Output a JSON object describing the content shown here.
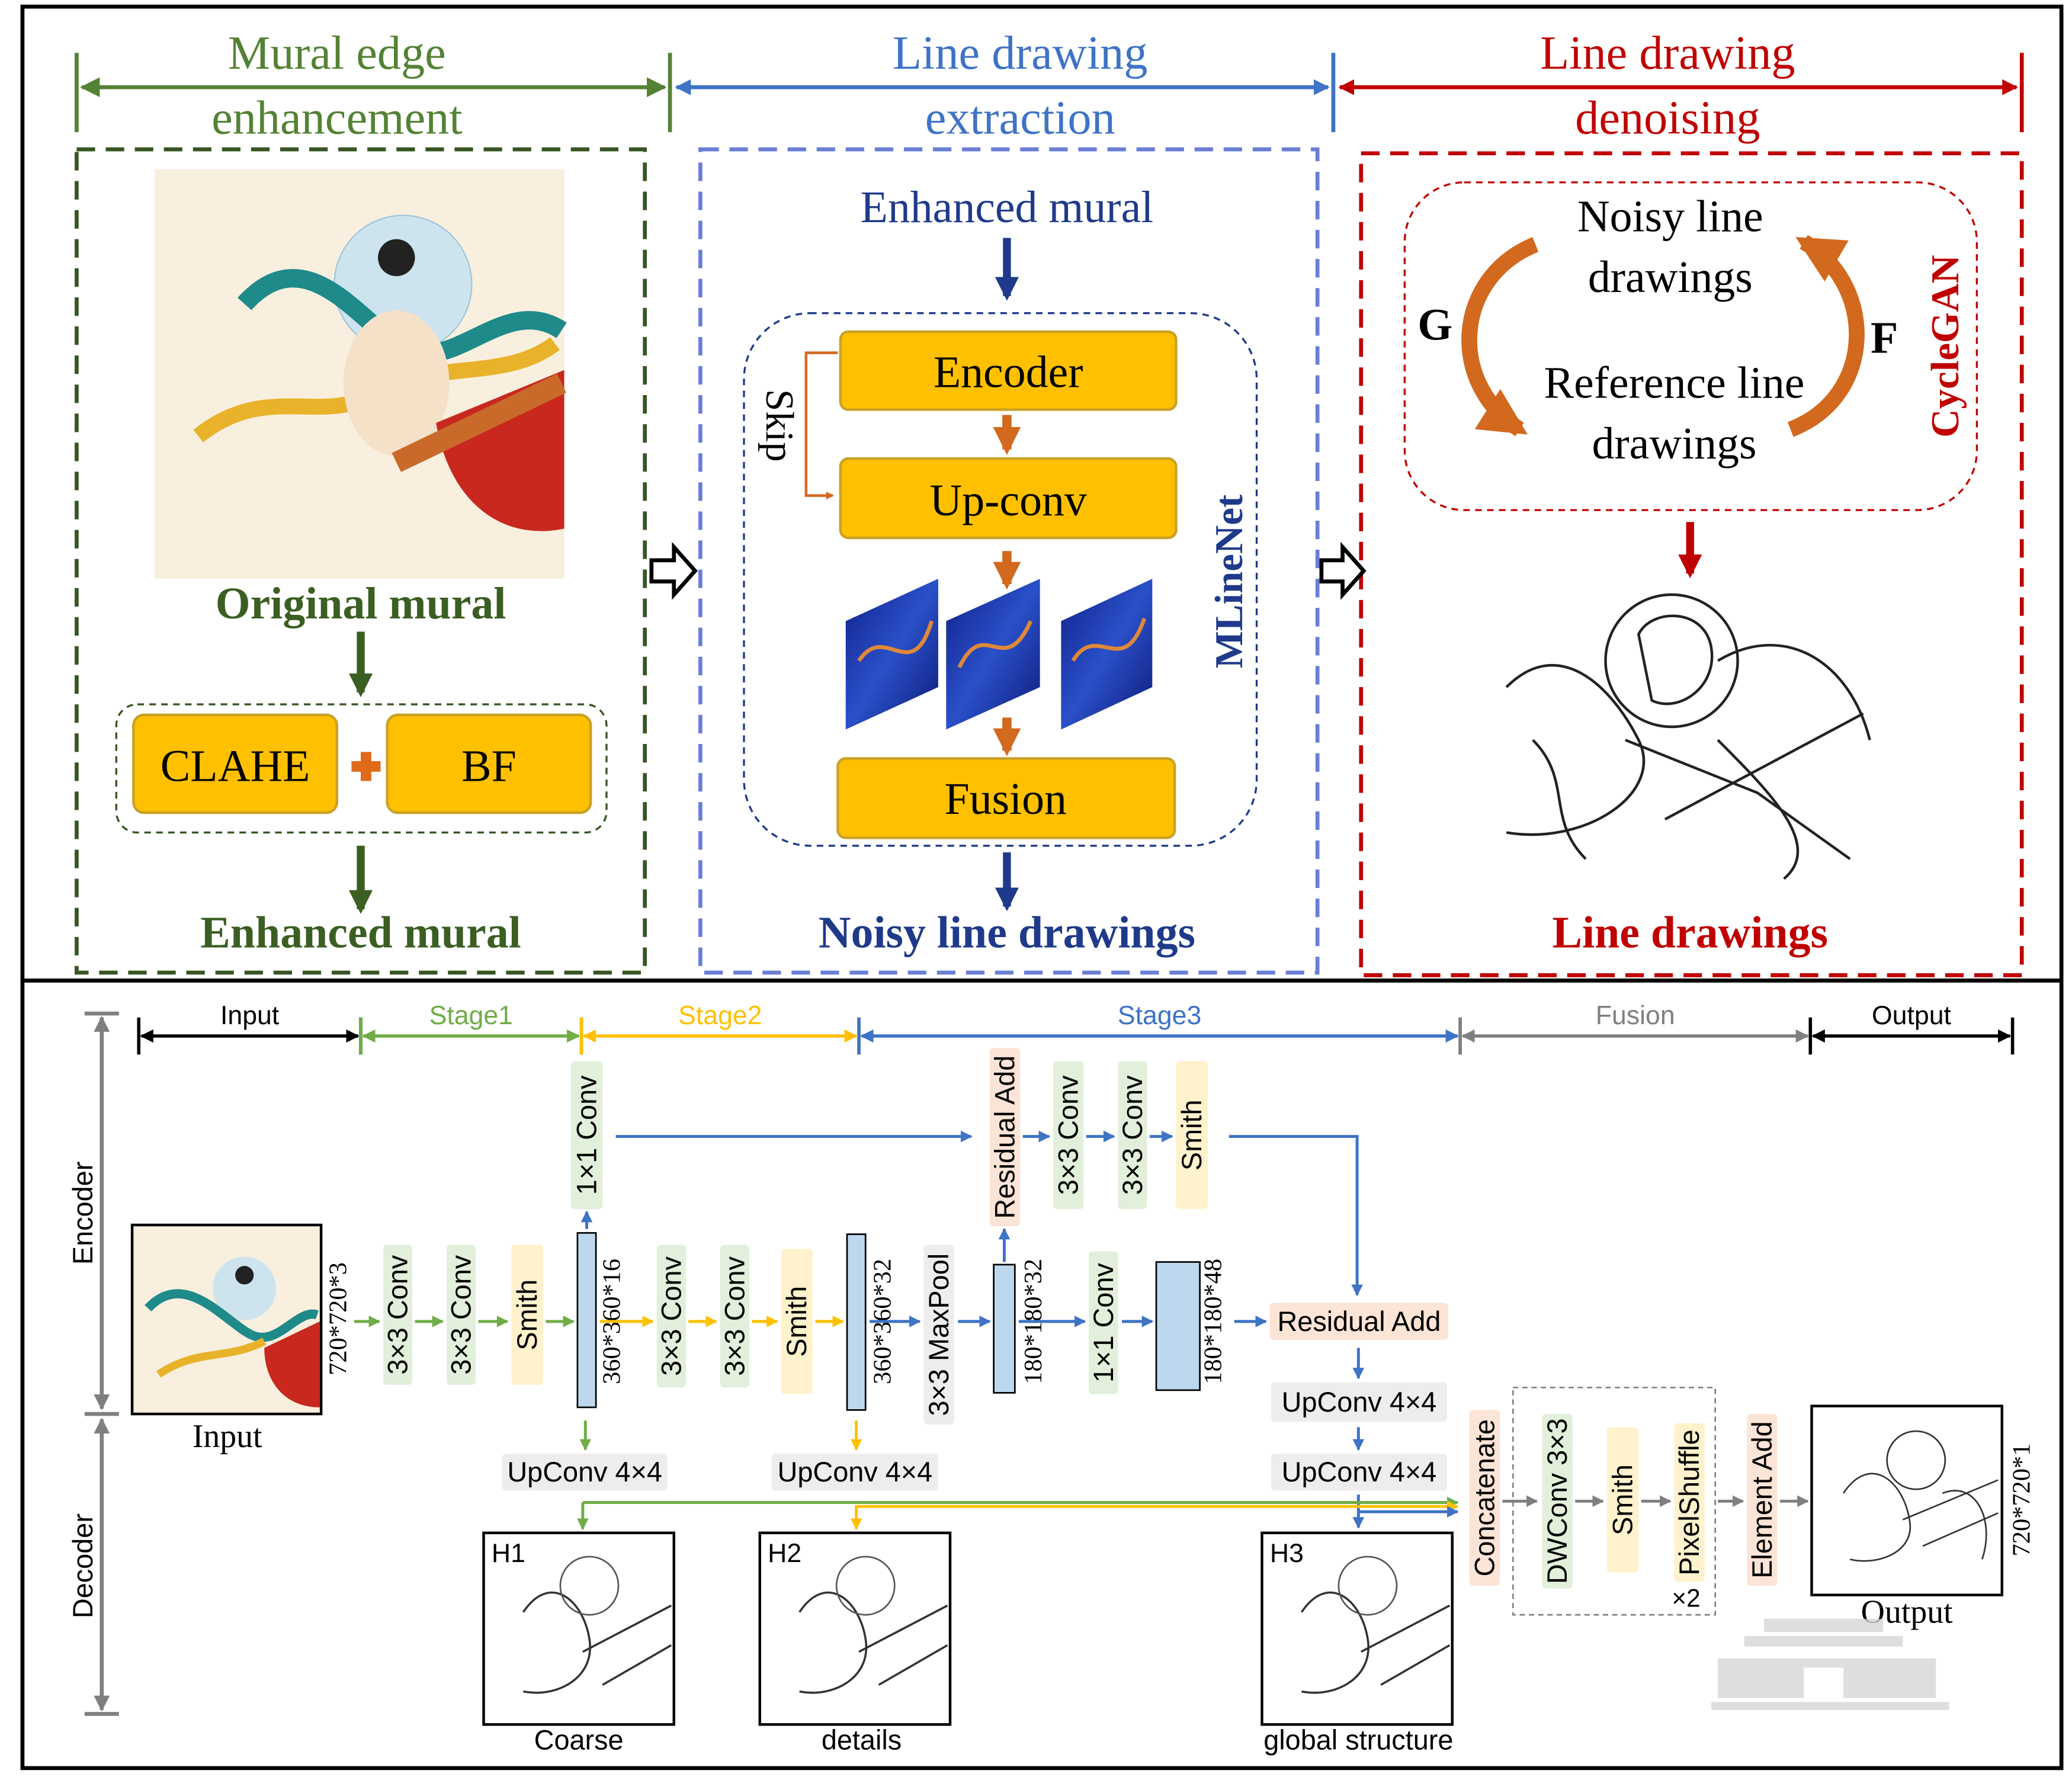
{
  "colors": {
    "green": "#548235",
    "dark_green": "#3b5e22",
    "blue": "#3E73C6",
    "navy": "#1F3A8A",
    "red": "#C00000",
    "orange_box": "#FFC000",
    "orange_arrow": "#D2691E",
    "stage2_yellow": "#FFC000",
    "conv_fill": "#E2EFDA",
    "smith_fill": "#FFF2CC",
    "add_fill": "#FCE4D6",
    "upconv_fill": "#EDEDED",
    "feature_fill": "#BDD7EE"
  },
  "top": {
    "sections": [
      {
        "line1": "Mural edge",
        "line2": "enhancement"
      },
      {
        "line1": "Line drawing",
        "line2": "extraction"
      },
      {
        "line1": "Line drawing",
        "line2": "denoising"
      }
    ],
    "panel1": {
      "original_label": "Original mural",
      "clahe": "CLAHE",
      "bf": "BF",
      "output_label": "Enhanced mural"
    },
    "panel2": {
      "input_label": "Enhanced mural",
      "encoder": "Encoder",
      "upconv": "Up-conv",
      "skip": "Skip",
      "fusion": "Fusion",
      "network_name": "MLineNet",
      "output_label": "Noisy line drawings"
    },
    "panel3": {
      "noisy_line1": "Noisy line",
      "noisy_line2": "drawings",
      "reference_line1": "Reference line",
      "reference_line2": "drawings",
      "g": "G",
      "f": "F",
      "network_name": "CycleGAN",
      "output_label": "Line drawings"
    }
  },
  "bottom": {
    "axis": {
      "encoder": "Encoder",
      "decoder": "Decoder"
    },
    "spans": [
      "Input",
      "Stage1",
      "Stage2",
      "Stage3",
      "Fusion",
      "Output"
    ],
    "input_dim": "720*720*3",
    "input_label": "Input",
    "stage1": {
      "conv1": "3×3 Conv",
      "conv2": "3×3 Conv",
      "smith": "Smith",
      "skip_conv": "1×1 Conv",
      "feature_dim": "360*360*16"
    },
    "stage2": {
      "conv1": "3×3 Conv",
      "conv2": "3×3 Conv",
      "smith": "Smith",
      "feature_dim": "360*360*32"
    },
    "stage3": {
      "maxpool": "3×3 MaxPool",
      "feature_dim_a": "180*180*32",
      "residual_add_top": "Residual Add",
      "conv1": "3×3 Conv",
      "conv2": "3×3 Conv",
      "smith": "Smith",
      "conv1x1": "1×1 Conv",
      "feature_dim_b": "180*180*48",
      "residual_add": "Residual Add",
      "upconv1": "UpConv 4×4",
      "upconv2": "UpConv 4×4"
    },
    "decoder": {
      "upconv_h1": "UpConv 4×4",
      "upconv_h2": "UpConv 4×4",
      "h1": "H1",
      "h2": "H2",
      "h3": "H3",
      "h1_caption": "Coarse",
      "h2_caption": "details",
      "h3_caption": "global structure"
    },
    "fusion": {
      "concatenate": "Concatenate",
      "dwconv": "DWConv 3×3",
      "smith": "Smith",
      "pixelshuffle": "PixelShuffle",
      "repeat": "×2",
      "element_add": "Element Add"
    },
    "output_dim": "720*720*1",
    "output_label": "Output"
  }
}
